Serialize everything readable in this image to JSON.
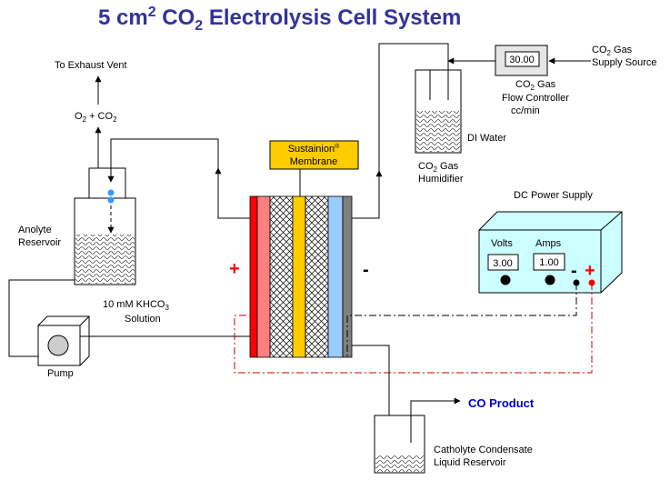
{
  "title": {
    "prefix": "5 cm",
    "sup": "2",
    "mid": " CO",
    "sub": "2",
    "suffix": " Electrolysis Cell System"
  },
  "labels": {
    "exhaust": "To Exhaust Vent",
    "anode_gas_o": "O",
    "anode_gas_o_sub": "2",
    "anode_gas_plus": " + CO",
    "anode_gas_co_sub": "2",
    "anolyte_line1": "Anolyte",
    "anolyte_line2": "Reservoir",
    "khco3_line1_prefix": "10 mM KHCO",
    "khco3_line1_sub": "3",
    "khco3_line2": "Solution",
    "pump": "Pump",
    "membrane_line1": "Sustainion",
    "membrane_reg": "®",
    "membrane_line2": "Membrane",
    "humidifier_co": "CO",
    "humidifier_sub": "2",
    "humidifier_gas": " Gas",
    "humidifier_line2": "Humidifier",
    "di_water": "DI Water",
    "flow_co": "CO",
    "flow_sub": "2",
    "flow_gas": " Gas",
    "flow_line2": "Flow Controller",
    "flow_line3": "cc/min",
    "supply_line1": "CO",
    "supply_sub": "2",
    "supply_gas": " Gas",
    "supply_line2": "Supply Source",
    "power_title": "DC Power Supply",
    "volts": "Volts",
    "amps": "Amps",
    "minus": "-",
    "plus": "+",
    "cell_plus": "+",
    "cell_minus": "-",
    "co_product": "CO Product",
    "catholyte_line1": "Catholyte Condensate",
    "catholyte_line2": "Liquid Reservoir"
  },
  "readouts": {
    "flow": "30.00",
    "volts": "3.00",
    "amps": "1.00"
  },
  "colors": {
    "title": "#333399",
    "anode_plate": "#ff0000",
    "anode_gdl": "#ff8080",
    "membrane": "#ffcc00",
    "cathode_gdl": "#99ccff",
    "cathode_plate": "#808080",
    "power_supply": "#ccffff",
    "bubble": "#3399ff",
    "product": "#0000cc",
    "wire_red": "#cc0000"
  }
}
